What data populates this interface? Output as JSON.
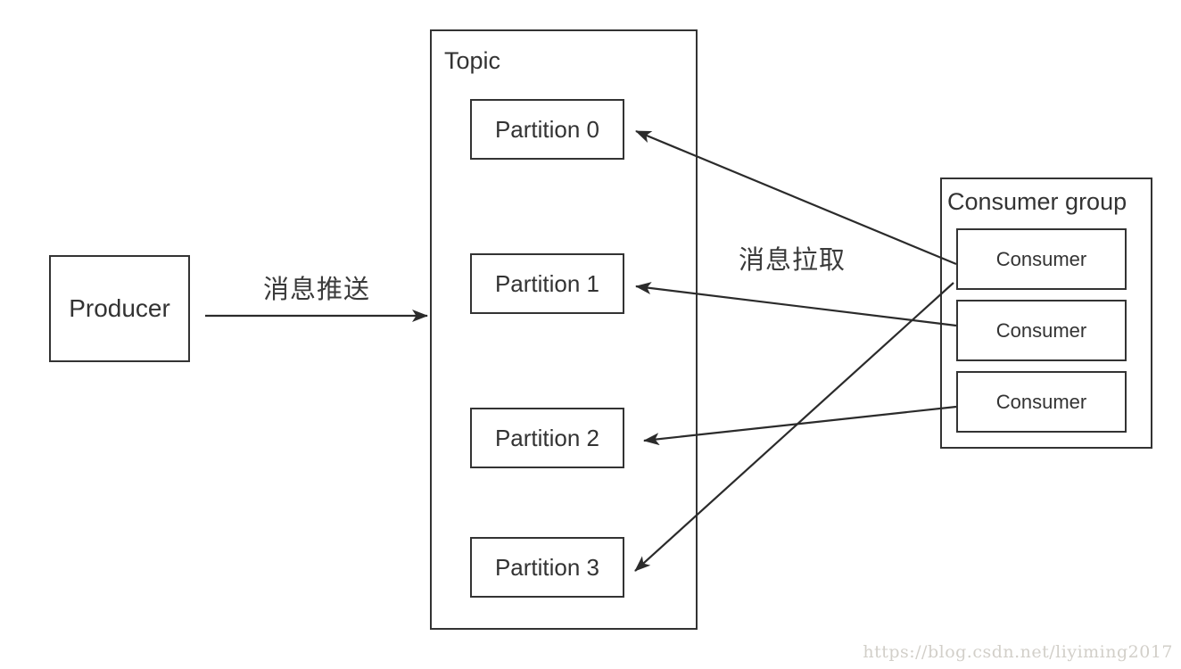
{
  "diagram": {
    "producer": {
      "label": "Producer"
    },
    "topic": {
      "label": "Topic",
      "partitions": [
        "Partition 0",
        "Partition 1",
        "Partition 2",
        "Partition 3"
      ]
    },
    "consumer_group": {
      "label": "Consumer group",
      "consumers": [
        "Consumer",
        "Consumer",
        "Consumer"
      ]
    },
    "edges": {
      "push_label": "消息推送",
      "pull_label": "消息拉取",
      "connections": [
        {
          "from": "Producer",
          "to": "Topic",
          "kind": "push"
        },
        {
          "from": "Consumer 1",
          "to": "Partition 0",
          "kind": "pull"
        },
        {
          "from": "Consumer 1",
          "to": "Partition 3",
          "kind": "pull"
        },
        {
          "from": "Consumer 2",
          "to": "Partition 1",
          "kind": "pull"
        },
        {
          "from": "Consumer 3",
          "to": "Partition 2",
          "kind": "pull"
        }
      ]
    },
    "colors": {
      "stroke": "#2b2b2b",
      "text": "#333333",
      "background": "#ffffff",
      "watermark": "#d2cfc9"
    }
  },
  "watermark": {
    "text": "https://blog.csdn.net/liyiming2017"
  }
}
